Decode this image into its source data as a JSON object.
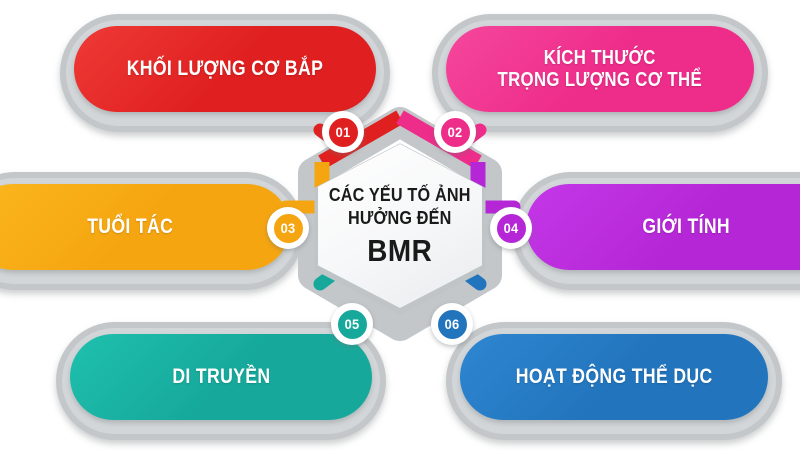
{
  "center": {
    "line1": "CÁC YẾU TỐ ẢNH",
    "line2": "HƯỞNG ĐẾN",
    "line3": "BMR"
  },
  "items": [
    {
      "number": "01",
      "label": "KHỐI LƯỢNG CƠ BẮP",
      "color": "#E02020",
      "color_light": "#EE3A36",
      "position": "top-left"
    },
    {
      "number": "02",
      "label": "KÍCH THƯỚC\nTRỌNG LƯỢNG CƠ THỂ",
      "color": "#EE2C8A",
      "color_light": "#F5479C",
      "position": "top-right"
    },
    {
      "number": "03",
      "label": "TUỔI TÁC",
      "color": "#F5A510",
      "color_light": "#FBB71E",
      "position": "middle-left"
    },
    {
      "number": "04",
      "label": "GIỚI TÍNH",
      "color": "#B527D6",
      "color_light": "#C437E8",
      "position": "middle-right"
    },
    {
      "number": "05",
      "label": "DI TRUYỀN",
      "color": "#16A99B",
      "color_light": "#1FC0AE",
      "position": "bottom-left"
    },
    {
      "number": "06",
      "label": "HOẠT ĐỘNG THỂ DỤC",
      "color": "#2275BD",
      "color_light": "#2E86D1",
      "position": "bottom-right"
    }
  ],
  "palette": {
    "background": "#FFFFFF",
    "frame_gray": "#C3C7C9",
    "frame_gray_inner": "#D2D6D8",
    "hex_ring_gray": "#BFC4C7",
    "hex_fill": "#F6F7F8",
    "center_text": "#1A1A1A",
    "badge_text": "#FFFFFF"
  }
}
